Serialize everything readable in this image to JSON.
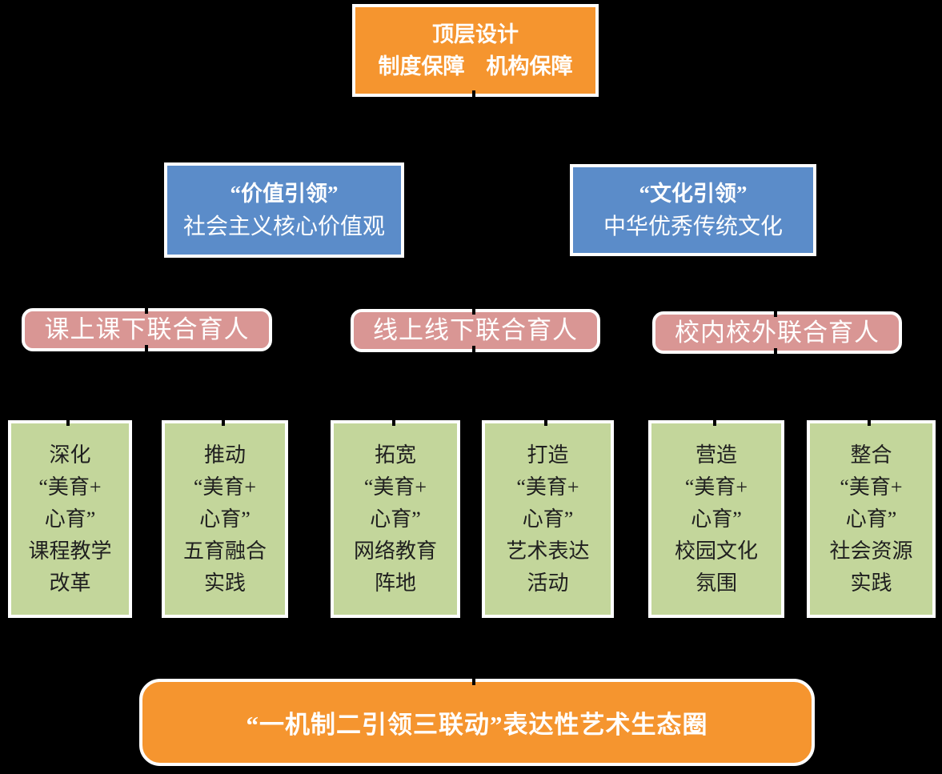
{
  "colors": {
    "bg": "#000000",
    "orange": "#F5952F",
    "blue": "#5B8CC9",
    "pink": "#D99694",
    "green": "#C3D69B",
    "green_text": "#1F1F1F"
  },
  "diagram": {
    "top": {
      "title": "顶层设计",
      "subtitle": "制度保障　机构保障"
    },
    "leads": [
      {
        "quote": "“价值引领”",
        "desc": "社会主义核心价值观"
      },
      {
        "quote": "“文化引领”",
        "desc": "中华优秀传统文化"
      }
    ],
    "linkages": [
      {
        "label": "课上课下联合育人"
      },
      {
        "label": "线上线下联合育人"
      },
      {
        "label": "校内校外联合育人"
      }
    ],
    "strategies": [
      {
        "text": "深化\n“美育+\n心育”\n课程教学\n改革"
      },
      {
        "text": "推动\n“美育+\n心育”\n五育融合\n实践"
      },
      {
        "text": "拓宽\n“美育+\n心育”\n网络教育\n阵地"
      },
      {
        "text": "打造\n“美育+\n心育”\n艺术表达\n活动"
      },
      {
        "text": "营造\n“美育+\n心育”\n校园文化\n氛围"
      },
      {
        "text": "整合\n“美育+\n心育”\n社会资源\n实践"
      }
    ],
    "bottom": {
      "label": "“一机制二引领三联动”表达性艺术生态圈"
    }
  }
}
